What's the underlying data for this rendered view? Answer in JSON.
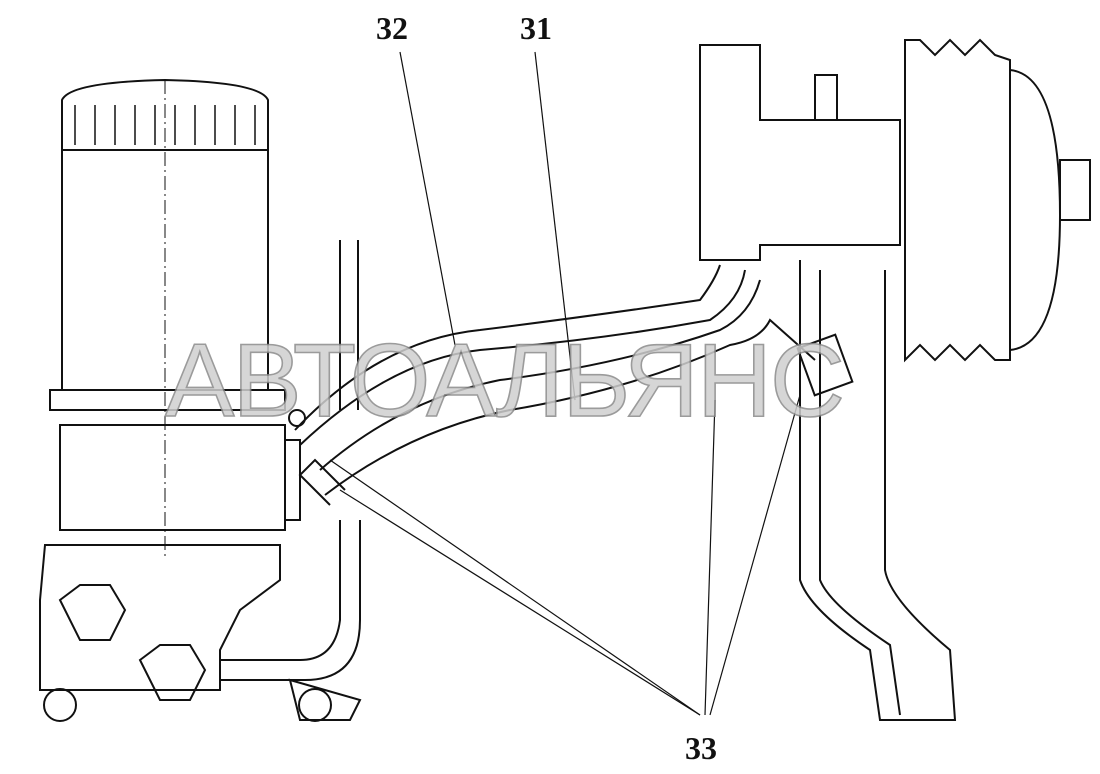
{
  "callouts": {
    "c31": "31",
    "c32": "32",
    "c33": "33"
  },
  "watermark": "АВТОАЛЬЯНС"
}
